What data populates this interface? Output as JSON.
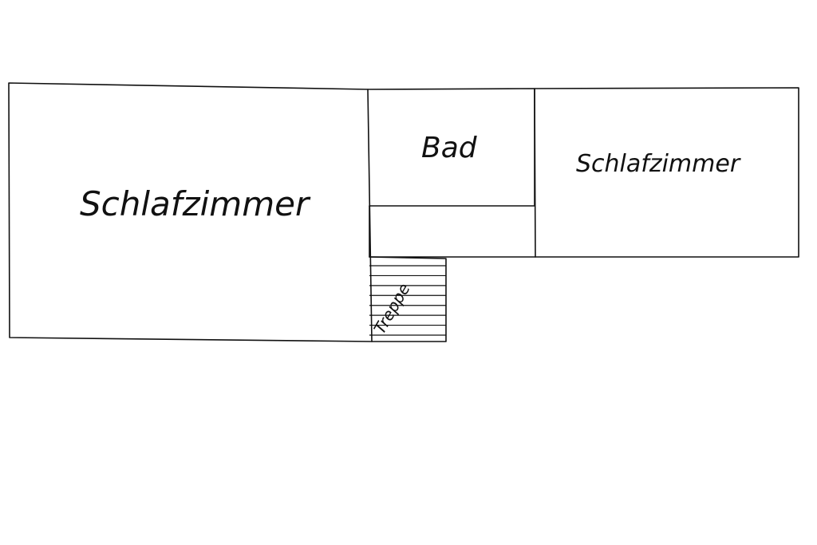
{
  "plan": {
    "rooms": {
      "bedroom_left": {
        "label": "Schlafzimmer"
      },
      "bathroom": {
        "label": "Bad"
      },
      "hall": {
        "label": ""
      },
      "bedroom_right": {
        "label": "Schlafzimmer"
      },
      "stairs": {
        "label": "Treppe",
        "step_count": 8
      }
    },
    "colors": {
      "ink": "#111111",
      "paper": "#ffffff"
    }
  }
}
